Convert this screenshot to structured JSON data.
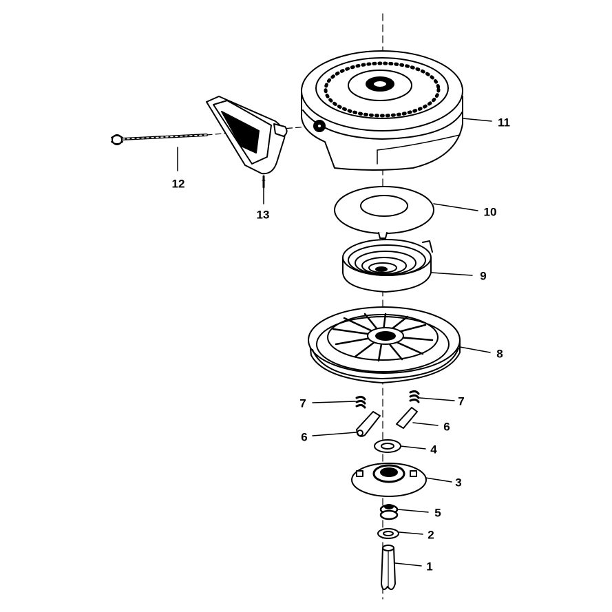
{
  "callouts": {
    "p1": "1",
    "p2": "2",
    "p3": "3",
    "p4": "4",
    "p5": "5",
    "p6a": "6",
    "p6b": "6",
    "p7a": "7",
    "p7b": "7",
    "p8": "8",
    "p9": "9",
    "p10": "10",
    "p11": "11",
    "p12": "12",
    "p13": "13"
  },
  "colors": {
    "ink": "#000000",
    "paper": "#ffffff"
  }
}
